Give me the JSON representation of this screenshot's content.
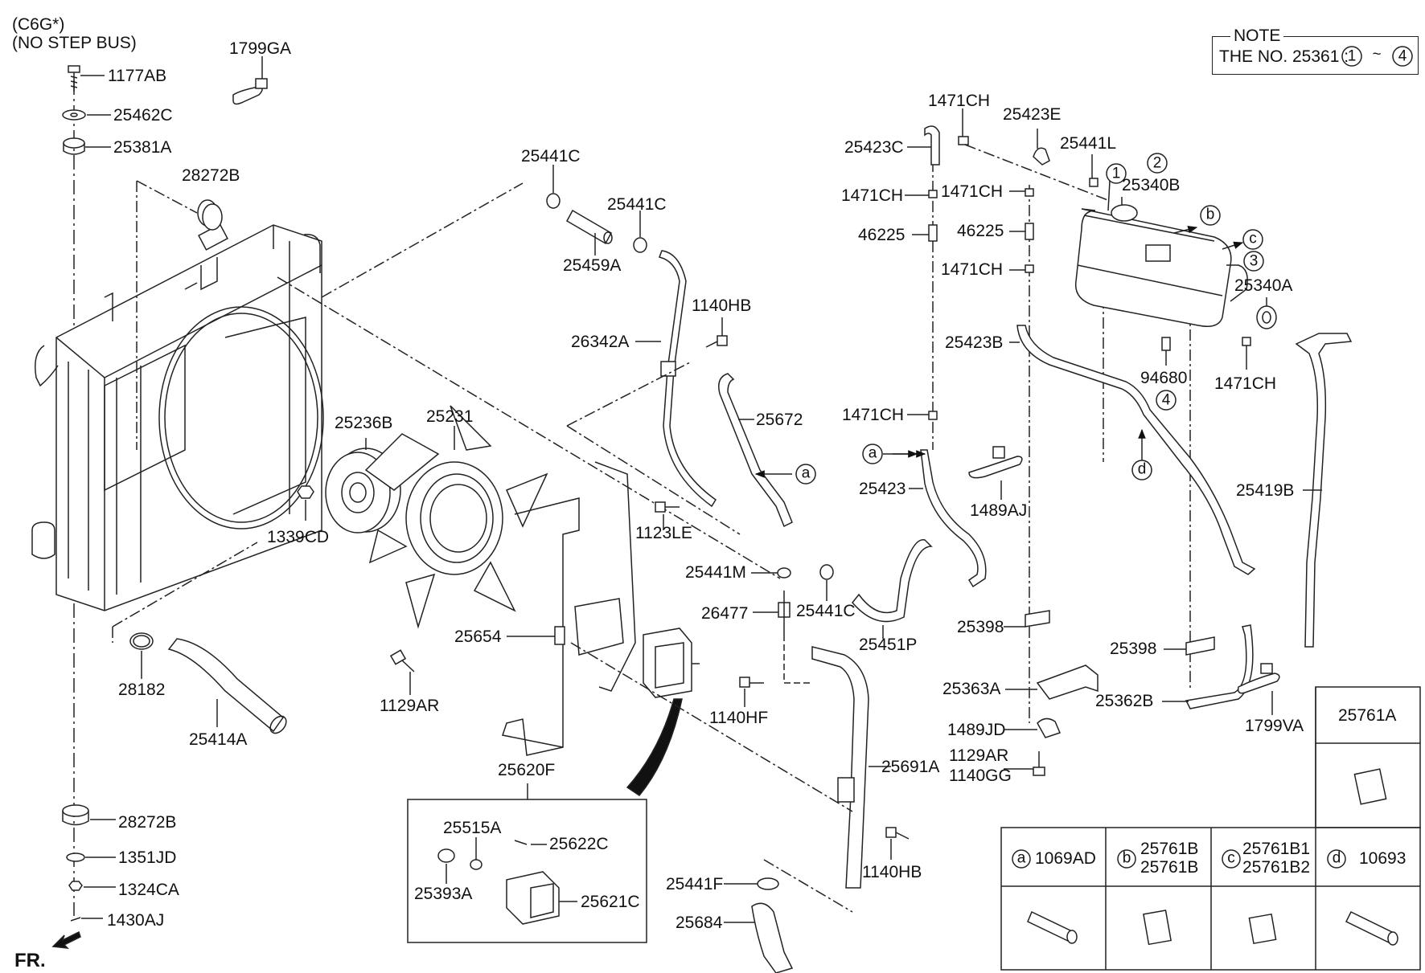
{
  "header": {
    "model_line1": "(C6G*)",
    "model_line2": "(NO STEP BUS)",
    "fr_label": "FR."
  },
  "note": {
    "title": "NOTE",
    "text": "THE NO. 25361 :",
    "range_start": "1",
    "tilde": "~",
    "range_end": "4"
  },
  "labels": [
    {
      "id": "p-1177ab",
      "text": "1177AB"
    },
    {
      "id": "p-25462c",
      "text": "25462C"
    },
    {
      "id": "p-25381a",
      "text": "25381A"
    },
    {
      "id": "p-28272b-top",
      "text": "28272B"
    },
    {
      "id": "p-1799ga",
      "text": "1799GA"
    },
    {
      "id": "p-25441c-a",
      "text": "25441C"
    },
    {
      "id": "p-25441c-b",
      "text": "25441C"
    },
    {
      "id": "p-25459a",
      "text": "25459A"
    },
    {
      "id": "p-1140hb-a",
      "text": "1140HB"
    },
    {
      "id": "p-26342a",
      "text": "26342A"
    },
    {
      "id": "p-25672",
      "text": "25672"
    },
    {
      "id": "p-25236b",
      "text": "25236B"
    },
    {
      "id": "p-25231",
      "text": "25231"
    },
    {
      "id": "p-1339cd",
      "text": "1339CD"
    },
    {
      "id": "p-1123le",
      "text": "1123LE"
    },
    {
      "id": "p-25441m",
      "text": "25441M"
    },
    {
      "id": "p-25441c-c",
      "text": "25441C"
    },
    {
      "id": "p-26477",
      "text": "26477"
    },
    {
      "id": "p-25451p",
      "text": "25451P"
    },
    {
      "id": "p-25654",
      "text": "25654"
    },
    {
      "id": "p-28182",
      "text": "28182"
    },
    {
      "id": "p-25414a",
      "text": "25414A"
    },
    {
      "id": "p-1129ar-a",
      "text": "1129AR"
    },
    {
      "id": "p-1140hf",
      "text": "1140HF"
    },
    {
      "id": "p-25620f",
      "text": "25620F"
    },
    {
      "id": "p-25515a",
      "text": "25515A"
    },
    {
      "id": "p-25622c",
      "text": "25622C"
    },
    {
      "id": "p-25393a",
      "text": "25393A"
    },
    {
      "id": "p-25621c",
      "text": "25621C"
    },
    {
      "id": "p-25691a",
      "text": "25691A"
    },
    {
      "id": "p-1140hb-b",
      "text": "1140HB"
    },
    {
      "id": "p-25441f",
      "text": "25441F"
    },
    {
      "id": "p-25684",
      "text": "25684"
    },
    {
      "id": "p-28272b-bot",
      "text": "28272B"
    },
    {
      "id": "p-1351jd",
      "text": "1351JD"
    },
    {
      "id": "p-1324ca",
      "text": "1324CA"
    },
    {
      "id": "p-1430aj",
      "text": "1430AJ"
    },
    {
      "id": "p-1471ch-a",
      "text": "1471CH"
    },
    {
      "id": "p-25423c",
      "text": "25423C"
    },
    {
      "id": "p-25423e",
      "text": "25423E"
    },
    {
      "id": "p-25441l",
      "text": "25441L"
    },
    {
      "id": "p-1471ch-b",
      "text": "1471CH"
    },
    {
      "id": "p-1471ch-c",
      "text": "1471CH"
    },
    {
      "id": "p-46225-a",
      "text": "46225"
    },
    {
      "id": "p-46225-b",
      "text": "46225"
    },
    {
      "id": "p-1471ch-d",
      "text": "1471CH"
    },
    {
      "id": "p-25340b",
      "text": "25340B"
    },
    {
      "id": "p-25340a",
      "text": "25340A"
    },
    {
      "id": "p-25423b",
      "text": "25423B"
    },
    {
      "id": "p-94680",
      "text": "94680"
    },
    {
      "id": "p-1471ch-e",
      "text": "1471CH"
    },
    {
      "id": "p-1471ch-f",
      "text": "1471CH"
    },
    {
      "id": "p-25423",
      "text": "25423"
    },
    {
      "id": "p-1489aj",
      "text": "1489AJ"
    },
    {
      "id": "p-25419b",
      "text": "25419B"
    },
    {
      "id": "p-25398-a",
      "text": "25398"
    },
    {
      "id": "p-25398-b",
      "text": "25398"
    },
    {
      "id": "p-25363a",
      "text": "25363A"
    },
    {
      "id": "p-25362b",
      "text": "25362B"
    },
    {
      "id": "p-1489jd",
      "text": "1489JD"
    },
    {
      "id": "p-1799va",
      "text": "1799VA"
    },
    {
      "id": "p-1129ar-b",
      "text": "1129AR"
    },
    {
      "id": "p-1140gg",
      "text": "1140GG"
    }
  ],
  "callouts": {
    "c1": "1",
    "c2": "2",
    "c3": "3",
    "c4": "4",
    "a": "a",
    "b": "b",
    "c": "c",
    "d": "d"
  },
  "legend": {
    "header_part": "25761A",
    "items": [
      {
        "key": "a",
        "parts": [
          "1069AD"
        ]
      },
      {
        "key": "b",
        "parts": [
          "25761B",
          "25761B"
        ]
      },
      {
        "key": "c",
        "parts": [
          "25761B1",
          "25761B2"
        ]
      },
      {
        "key": "d",
        "parts": [
          "10693"
        ]
      }
    ]
  }
}
